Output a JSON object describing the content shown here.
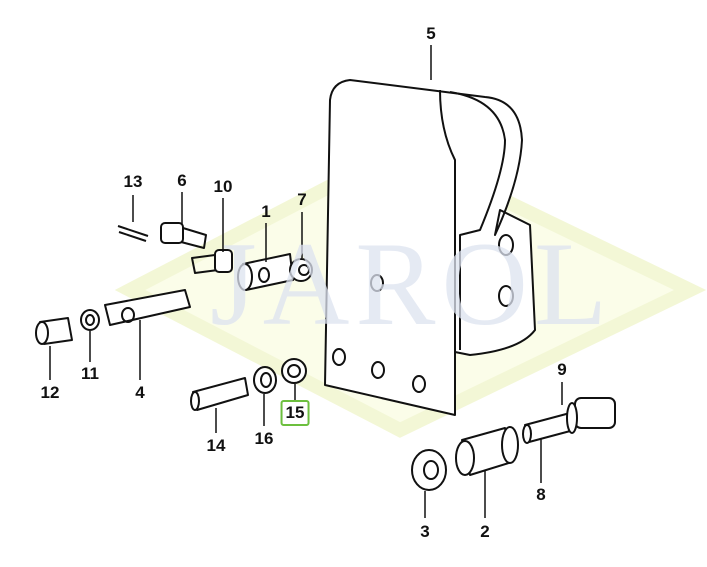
{
  "diagram": {
    "watermark": "JAROL",
    "highlight_color": "#6cbf3e",
    "labels": {
      "p1": "1",
      "p2": "2",
      "p3": "3",
      "p4": "4",
      "p5": "5",
      "p6": "6",
      "p7": "7",
      "p8": "8",
      "p9": "9",
      "p10": "10",
      "p11": "11",
      "p12": "12",
      "p13": "13",
      "p14": "14",
      "p15": "15",
      "p16": "16"
    },
    "highlighted_part": "15"
  }
}
